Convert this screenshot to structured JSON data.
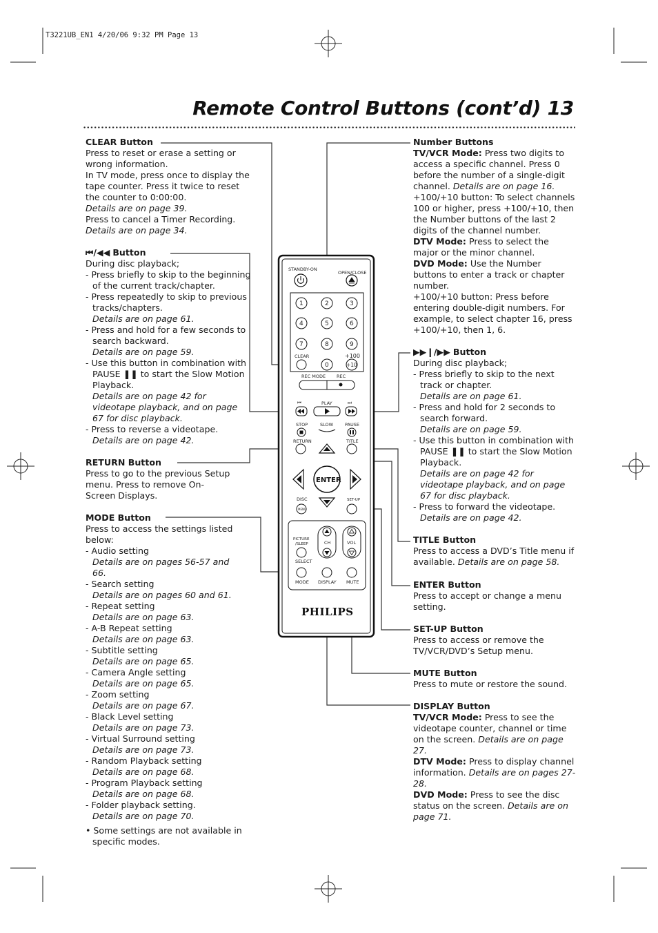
{
  "slug": "T3221UB_EN1  4/20/06  9:32 PM  Page 13",
  "page_title": "Remote Control Buttons (cont’d)  13",
  "left": {
    "clear": {
      "heading": "CLEAR Button",
      "lines": [
        "Press to reset or erase a setting or wrong information.",
        "In TV mode, press once to display the tape counter. Press it twice to reset the counter to 0:00:00."
      ],
      "ref1": "Details are on page 39.",
      "line3": "Press to cancel a Timer Recording.",
      "ref2": "Details are on page 34."
    },
    "skip_back": {
      "heading_icon": "⏮/◀◀",
      "heading": "Button",
      "intro": "During disc playback;",
      "b1": "- Press briefly to skip to the beginning of the current track/chapter.",
      "b2": "- Press repeatedly to skip to previous tracks/chapters.",
      "b2_ref": "Details are on page 61.",
      "b3": "- Press and hold for a few seconds to search backward.",
      "b3_ref": "Details are on page 59.",
      "b4_pre": "- Use this button in combination with PAUSE",
      "pause_icon": "❚❚",
      "b4_post": "to start the Slow Motion Playback.",
      "b4_ref": "Details are on page 42 for videotape playback, and on page 67 for disc playback.",
      "b5": "- Press to reverse a videotape.",
      "b5_ref": "Details are on page 42."
    },
    "return": {
      "heading": "RETURN Button",
      "text": "Press to go to the previous Setup menu. Press to remove On-Screen Displays."
    },
    "mode": {
      "heading": "MODE Button",
      "intro": "Press to access the settings listed below:",
      "items": [
        {
          "label": "- Audio setting",
          "ref": "Details are on pages 56-57 and 66."
        },
        {
          "label": "- Search setting",
          "ref": "Details are on pages 60 and 61."
        },
        {
          "label": "- Repeat setting",
          "ref": "Details are on page 63."
        },
        {
          "label": "- A-B Repeat setting",
          "ref": "Details are on page 63."
        },
        {
          "label": "- Subtitle setting",
          "ref": "Details are on page 65."
        },
        {
          "label": "- Camera Angle setting",
          "ref": "Details are on page 65."
        },
        {
          "label": "- Zoom setting",
          "ref": "Details are on page 67."
        },
        {
          "label": "- Black Level setting",
          "ref": "Details are on page 73."
        },
        {
          "label": "- Virtual Surround setting",
          "ref": "Details are on page 73."
        },
        {
          "label": "- Random Playback setting",
          "ref": "Details are on page 68."
        },
        {
          "label": "- Program Playback setting",
          "ref": "Details are on page 68."
        },
        {
          "label": "- Folder playback setting.",
          "ref": "Details are on page 70."
        }
      ],
      "note": "• Some settings are not available in specific modes."
    }
  },
  "right": {
    "number": {
      "heading": "Number Buttons",
      "tv_label": "TV/VCR Mode:",
      "tv_text": "Press two digits to access a specific channel. Press 0 before the number of a single-digit channel.",
      "tv_ref": "Details are on page 16.",
      "plus_text": "+100/+10 button: To select channels 100 or higher, press +100/+10, then the Number buttons of the last 2 digits of the channel number.",
      "dtv_label": "DTV Mode:",
      "dtv_text": "Press to select the major or the minor channel.",
      "dvd_label": "DVD Mode:",
      "dvd_text": "Use the Number buttons to enter a track or chapter number.",
      "plus2_text": "+100/+10 button: Press before entering double-digit numbers. For example, to select chapter 16, press +100/+10, then 1, 6."
    },
    "skip_fwd": {
      "heading_icon": "▶▶❙/▶▶",
      "heading": "Button",
      "intro": "During disc playback;",
      "b1": "- Press briefly to skip to the next track or chapter.",
      "b1_ref": "Details are on page 61.",
      "b2": "- Press and hold for 2 seconds to search forward.",
      "b2_ref": "Details are on page 59.",
      "b3_pre": "- Use this button in combination with PAUSE",
      "pause_icon": "❚❚",
      "b3_post": "to start the Slow Motion Playback.",
      "b3_ref": "Details are on page 42 for videotape playback, and on page 67 for disc playback.",
      "b4": "- Press to forward the videotape.",
      "b4_ref": "Details are on page 42."
    },
    "title_btn": {
      "heading": "TITLE Button",
      "text": "Press to access a DVD’s Title menu if available.",
      "ref": "Details are on page 58."
    },
    "enter": {
      "heading": "ENTER Button",
      "text": "Press to accept or change a menu setting."
    },
    "setup": {
      "heading": "SET-UP Button",
      "text": "Press to access or remove the TV/VCR/DVD’s Setup menu."
    },
    "mute": {
      "heading": "MUTE Button",
      "text": "Press to mute or restore the sound."
    },
    "display": {
      "heading": "DISPLAY Button",
      "tv_label": "TV/VCR Mode:",
      "tv_text": "Press to see the videotape counter, channel or time on the screen.",
      "tv_ref": "Details are on page 27.",
      "dtv_label": "DTV Mode:",
      "dtv_text": "Press to display channel information.",
      "dtv_ref": "Details are on pages 27-28.",
      "dvd_label": "DVD Mode:",
      "dvd_text": "Press to see the disc status on the screen.",
      "dvd_ref": "Details are on page 71."
    }
  },
  "remote": {
    "standby": "STANDBY-ON",
    "open_close": "OPEN/CLOSE",
    "digits": [
      "1",
      "2",
      "3",
      "4",
      "5",
      "6",
      "7",
      "8",
      "9",
      "0"
    ],
    "clear": "CLEAR",
    "plus100": "+100",
    "plus10": "+10",
    "rec_mode": "REC MODE",
    "rec": "REC",
    "play": "PLAY",
    "stop": "STOP",
    "slow": "SLOW",
    "pause": "PAUSE",
    "return": "RETURN",
    "title": "TITLE",
    "enter": "ENTER",
    "disc": "DISC",
    "menu": "MENU",
    "setup": "SET-UP",
    "picture_sleep": "PICTURE",
    "sleep": "/SLEEP",
    "ch": "CH",
    "vol": "VOL",
    "select": "SELECT",
    "mode": "MODE",
    "display": "DISPLAY",
    "mute": "MUTE",
    "brand": "PHILIPS"
  }
}
